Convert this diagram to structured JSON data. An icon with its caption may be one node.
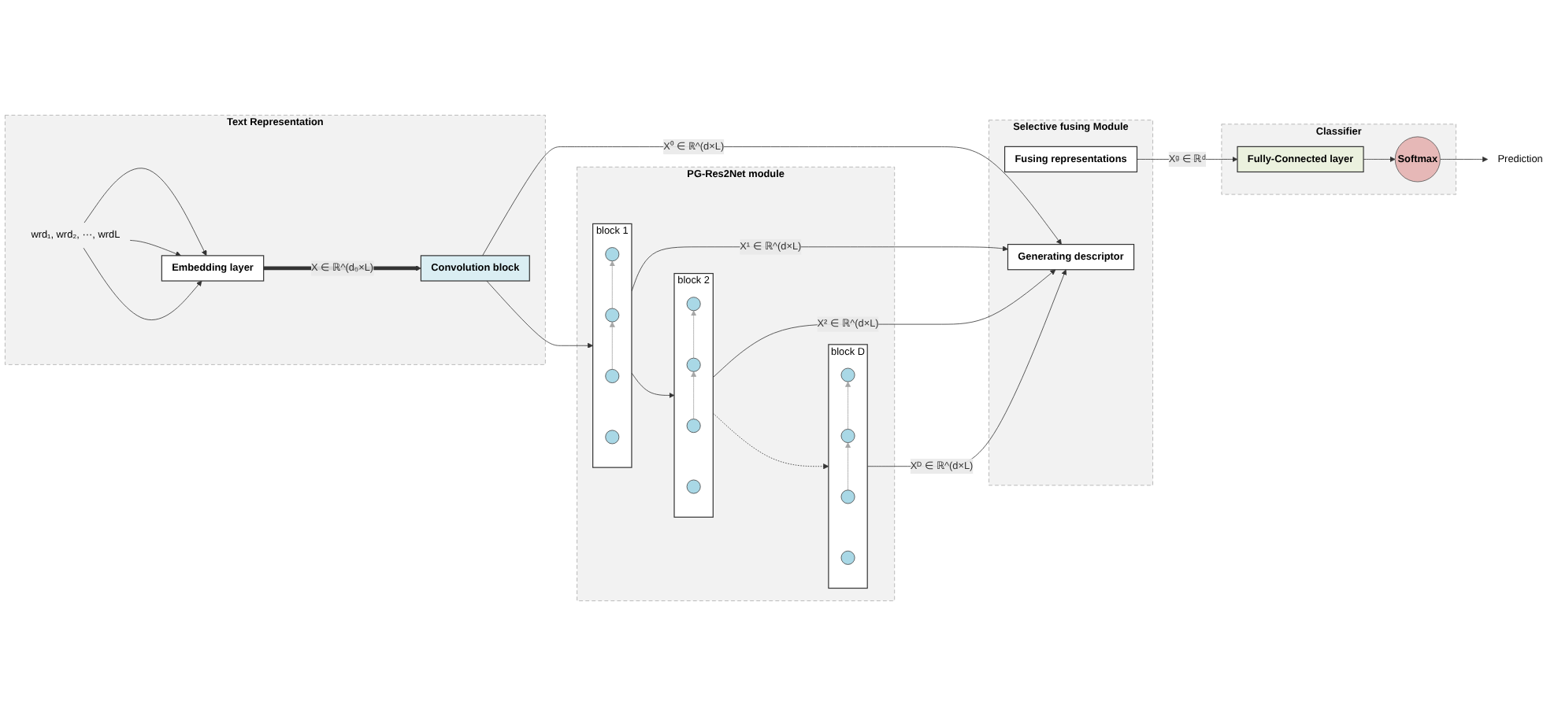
{
  "diagram": {
    "nodes": [
      {
        "text": [
          "Selective fusing Module"
        ]
      },
      {
        "text": [
          "Fusing representations"
        ],
        "in": 0
      },
      {
        "text": [
          "Generating descriptor"
        ],
        "in": 0
      },
      {
        "text": [
          "Text Representation"
        ]
      },
      {
        "text": [
          "wrd₁, wrd₂, ···, wrdL"
        ],
        "in": 3
      },
      {
        "text": [
          "Embedding layer"
        ],
        "in": 3
      },
      {
        "text": [
          "Convolution block"
        ],
        "in": 3
      },
      {
        "text": [
          "PG-Res2Net module"
        ]
      },
      {
        "text": [
          "block 1"
        ],
        "in": 7
      },
      {
        "text": [],
        "shape": "circle",
        "in": 8
      },
      {
        "text": [],
        "shape": "circle",
        "in": 8
      },
      {
        "text": [],
        "shape": "circle",
        "in": 8
      },
      {
        "text": [],
        "shape": "circle",
        "in": 8
      },
      {
        "text": [
          "block 2"
        ],
        "in": 7
      },
      {
        "text": [],
        "shape": "circle",
        "in": 13
      },
      {
        "text": [],
        "shape": "circle",
        "in": 13
      },
      {
        "text": [],
        "shape": "circle",
        "in": 13
      },
      {
        "text": [],
        "shape": "circle",
        "in": 13
      },
      {
        "text": [
          "block D"
        ],
        "in": 7
      },
      {
        "text": [],
        "shape": "circle",
        "in": 18
      },
      {
        "text": [],
        "shape": "circle",
        "in": 18
      },
      {
        "text": [],
        "shape": "circle",
        "in": 18
      },
      {
        "text": [],
        "shape": "circle",
        "in": 18
      },
      {
        "text": [
          "Classifier"
        ]
      },
      {
        "text": [
          "Fully-Connected layer"
        ],
        "in": 23
      },
      {
        "text": [
          "Softmax"
        ],
        "in": 23
      },
      {
        "text": [
          "Prediction"
        ]
      }
    ],
    "edges": [
      {
        "from": 4,
        "to": 5,
        "arrow": "to"
      },
      {
        "from": 4,
        "to": 5,
        "arrow": "to"
      },
      {
        "from": 4,
        "to": 5,
        "arrow": "to"
      },
      {
        "from": 5,
        "to": 6,
        "arrow": "to",
        "style": "thick",
        "label": "X ∈ ℝ^(d₀×L)"
      },
      {
        "from": 6,
        "to": 8,
        "arrow": "to"
      },
      {
        "from": 6,
        "to": 2,
        "arrow": "to",
        "label": "X⁰ ∈ ℝ^(d×L)"
      },
      {
        "from": 8,
        "to": 13,
        "arrow": "to"
      },
      {
        "from": 8,
        "to": 2,
        "arrow": "to",
        "label": "X¹ ∈ ℝ^(d×L)"
      },
      {
        "from": 13,
        "to": 18,
        "arrow": "to",
        "style": "dashed"
      },
      {
        "from": 13,
        "to": 2,
        "arrow": "to",
        "label": "X² ∈ ℝ^(d×L)"
      },
      {
        "from": 18,
        "to": 2,
        "arrow": "to",
        "label": "Xᴰ ∈ ℝ^(d×L)"
      },
      {
        "from": 11,
        "to": 10,
        "arrow": "to",
        "color": "#a6a6a6"
      },
      {
        "from": 10,
        "to": 9,
        "arrow": "to",
        "color": "#a6a6a6"
      },
      {
        "from": 16,
        "to": 15,
        "arrow": "to",
        "color": "#a6a6a6"
      },
      {
        "from": 15,
        "to": 14,
        "arrow": "to",
        "color": "#a6a6a6"
      },
      {
        "from": 21,
        "to": 20,
        "arrow": "to",
        "color": "#a6a6a6"
      },
      {
        "from": 20,
        "to": 19,
        "arrow": "to",
        "color": "#a6a6a6"
      },
      {
        "from": 1,
        "to": 24,
        "arrow": "to",
        "label": "Xᵍ ∈ ℝᵈ"
      },
      {
        "from": 24,
        "to": 25,
        "arrow": "to"
      },
      {
        "from": 25,
        "to": 26,
        "arrow": "to"
      }
    ]
  }
}
